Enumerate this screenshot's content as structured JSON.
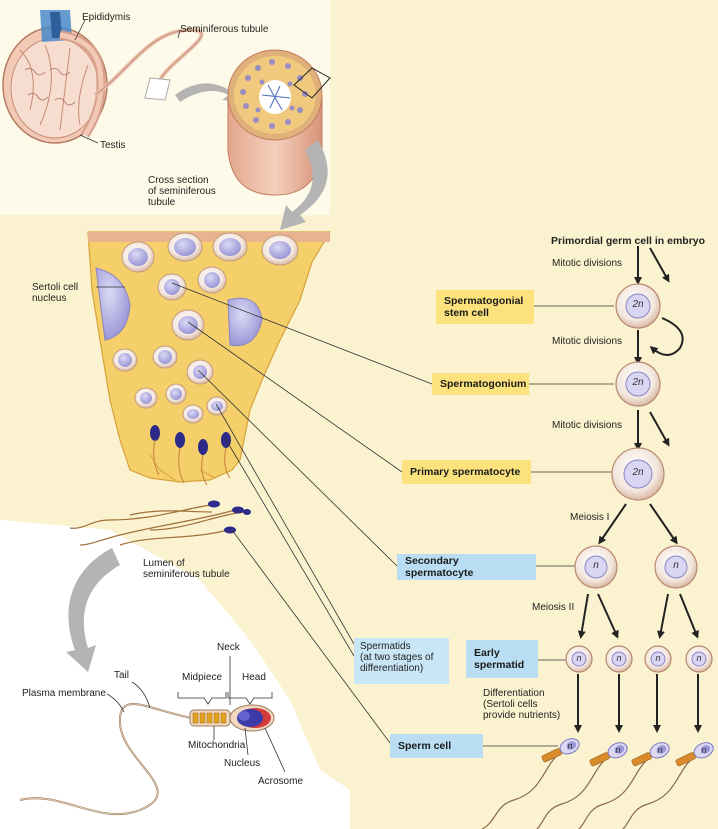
{
  "labels": {
    "epididymis": "Epididymis",
    "seminiferous_tubule": "Seminiferous tubule",
    "testis": "Testis",
    "cross_section": "Cross section\nof seminiferous\ntubule",
    "sertoli_nucleus": "Sertoli cell\nnucleus",
    "lumen": "Lumen of\nseminiferous tubule",
    "neck": "Neck",
    "tail": "Tail",
    "midpiece": "Midpiece",
    "head": "Head",
    "plasma_membrane": "Plasma membrane",
    "mitochondria": "Mitochondria",
    "nucleus": "Nucleus",
    "acrosome": "Acrosome"
  },
  "stages": {
    "primordial": "Primordial germ cell in embryo",
    "stem_cell": "Spermatogonial\nstem cell",
    "spermatogonium": "Spermatogonium",
    "primary": "Primary spermatocyte",
    "secondary": "Secondary spermatocyte",
    "spermatids_note": "Spermatids\n(at two stages of\ndifferentiation)",
    "early_spermatid": "Early\nspermatid",
    "sperm_cell": "Sperm cell"
  },
  "processes": {
    "mitotic_1": "Mitotic divisions",
    "mitotic_2": "Mitotic divisions",
    "mitotic_3": "Mitotic divisions",
    "meiosis_1": "Meiosis I",
    "meiosis_2": "Meiosis II",
    "differentiation": "Differentiation\n(Sertoli cells\nprovide nutrients)"
  },
  "ploidy": {
    "two_n": "2n",
    "n": "n"
  },
  "colors": {
    "background": "#fbf3cf",
    "yellow_box": "#fbe27d",
    "blue_box": "#b9def3",
    "tissue": "#f4cf6a",
    "nucleus_purple": "#7f78c8"
  }
}
